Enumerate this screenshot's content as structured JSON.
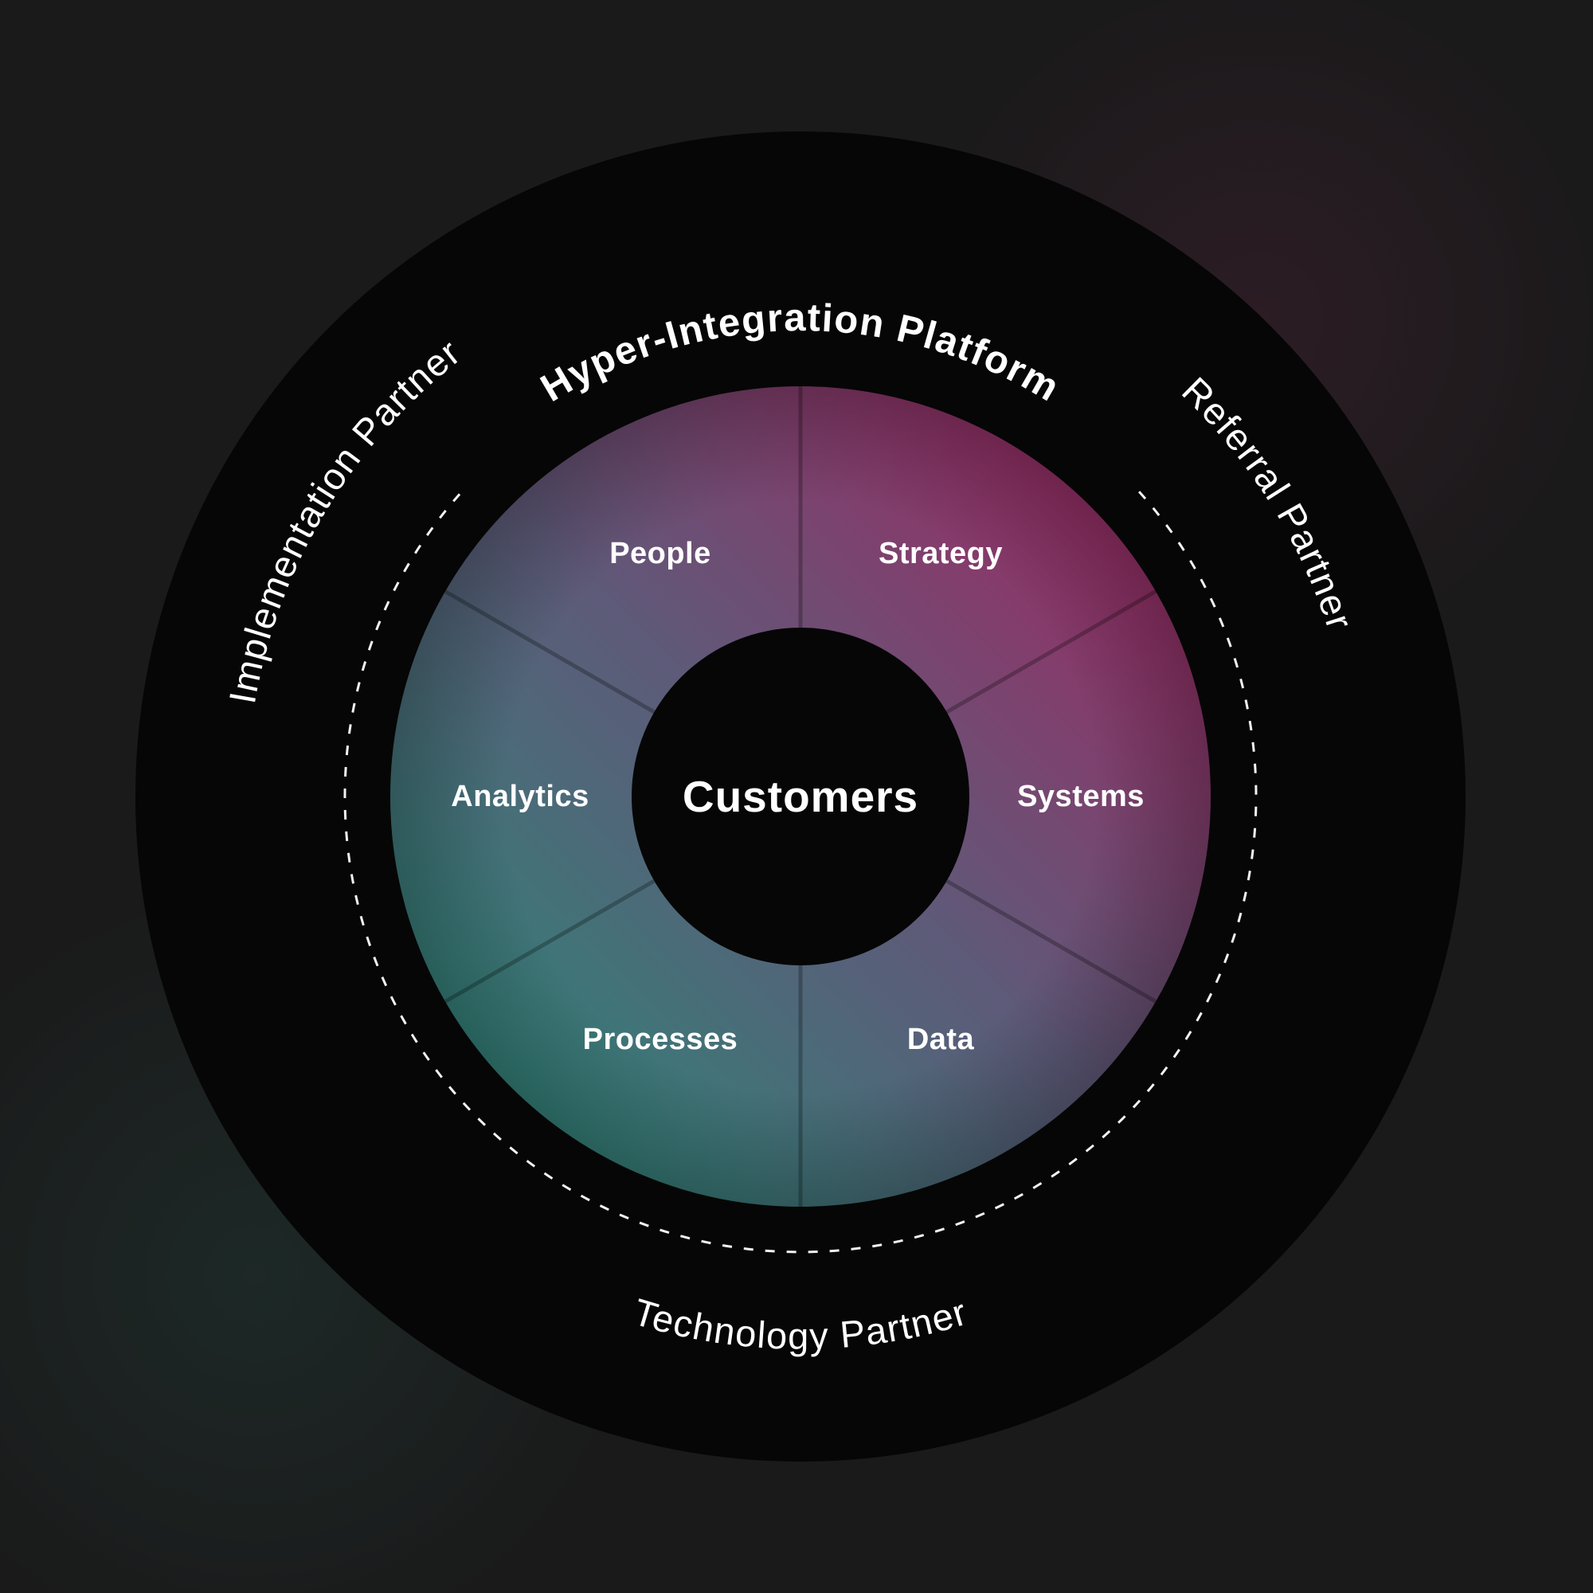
{
  "diagram": {
    "title": "Hyper-Integration Platform",
    "center": "Customers",
    "segments": [
      {
        "label": "People"
      },
      {
        "label": "Strategy"
      },
      {
        "label": "Systems"
      },
      {
        "label": "Data"
      },
      {
        "label": "Processes"
      },
      {
        "label": "Analytics"
      }
    ],
    "partners": [
      {
        "label": "Implementation Partner"
      },
      {
        "label": "Referral Partner"
      },
      {
        "label": "Technology Partner"
      }
    ],
    "colors": {
      "background": "#1a1a1a",
      "ring": "#060606",
      "teal": "#2e8578",
      "magenta": "#9c2a64",
      "text": "#ffffff"
    }
  }
}
